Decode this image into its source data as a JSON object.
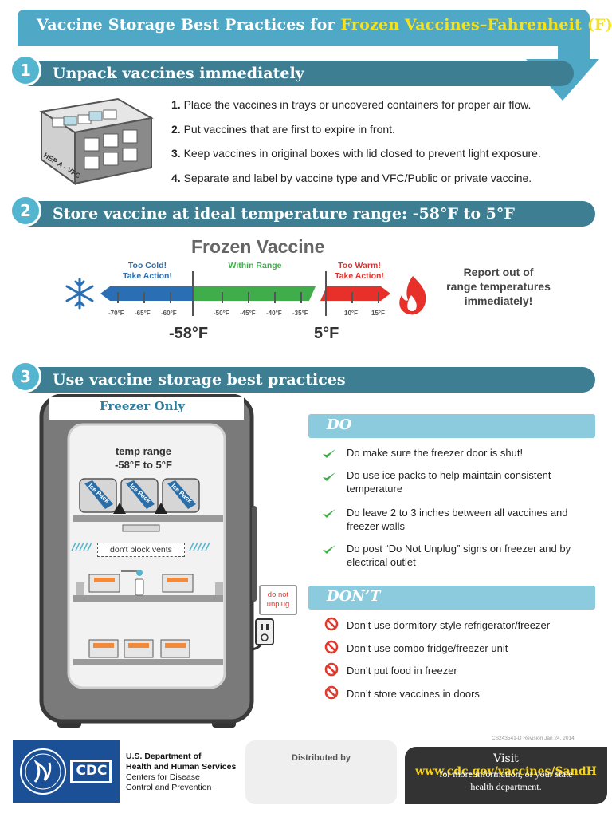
{
  "title": {
    "prefix": "Vaccine Storage Best Practices for ",
    "highlight": "Frozen Vaccines–Fahrenheit (F)"
  },
  "section1": {
    "number": "1",
    "title": "Unpack vaccines immediately",
    "box_label": "HEP A - VFC",
    "steps": [
      {
        "num": "1.",
        "text": "Place the vaccines in trays or uncovered containers for proper air flow."
      },
      {
        "num": "2.",
        "text": "Put vaccines that are first to expire in front."
      },
      {
        "num": "3.",
        "text": "Keep vaccines in original boxes with lid closed to prevent light exposure."
      },
      {
        "num": "4.",
        "text": "Separate and label by vaccine type and VFC/Public or private vaccine."
      }
    ]
  },
  "section2": {
    "number": "2",
    "title": "Store vaccine at ideal temperature range: -58°F to 5°F",
    "heading": "Frozen Vaccine",
    "too_cold": "Too Cold!\nTake Action!",
    "within_range": "Within Range",
    "too_warm": "Too Warm!\nTake Action!",
    "cold_ticks": [
      "-70°F",
      "-65°F",
      "-60°F"
    ],
    "range_ticks": [
      "-50°F",
      "-45°F",
      "-40°F",
      "-35°F"
    ],
    "warm_ticks": [
      "10°F",
      "15°F"
    ],
    "low_limit": "-58°F",
    "high_limit": "5°F",
    "report": "Report out of\nrange temperatures\nimmediately!",
    "colors": {
      "cold": "#2a6fb3",
      "range": "#3fae4a",
      "warm": "#e8302a"
    }
  },
  "section3": {
    "number": "3",
    "title": "Use vaccine storage best practices",
    "freezer_label": "Freezer Only",
    "temp_range": "temp range\n-58°F to 5°F",
    "ice_pack": "Ice Pack",
    "vents": "don't block vents",
    "unplug_sign": "do not\nunplug",
    "do_heading": "DO",
    "do_items": [
      "Do make sure the freezer door is shut!",
      "Do use ice packs to help maintain consistent temperature",
      "Do leave 2 to 3 inches between all vaccines and freezer walls",
      "Do post “Do Not Unplug” signs on freezer and by electrical outlet"
    ],
    "dont_heading": "DON’T",
    "dont_items": [
      "Don’t use dormitory-style refrigerator/freezer",
      "Don’t use combo fridge/freezer unit",
      "Don’t put food in freezer",
      "Don’t store vaccines in doors"
    ]
  },
  "footer": {
    "revision": "CS243541-D Revision Jan 24, 2014",
    "cdc_logo": "CDC",
    "dept_line1": "U.S. Department of",
    "dept_line2": "Health and Human Services",
    "cdc_line1": "Centers for Disease",
    "cdc_line2": "Control and Prevention",
    "distributed_by": "Distributed by",
    "visit_prefix": "Visit ",
    "visit_url": "www.cdc.gov/vaccines/SandH",
    "visit_rest": "for more information, or your state\nhealth department."
  }
}
